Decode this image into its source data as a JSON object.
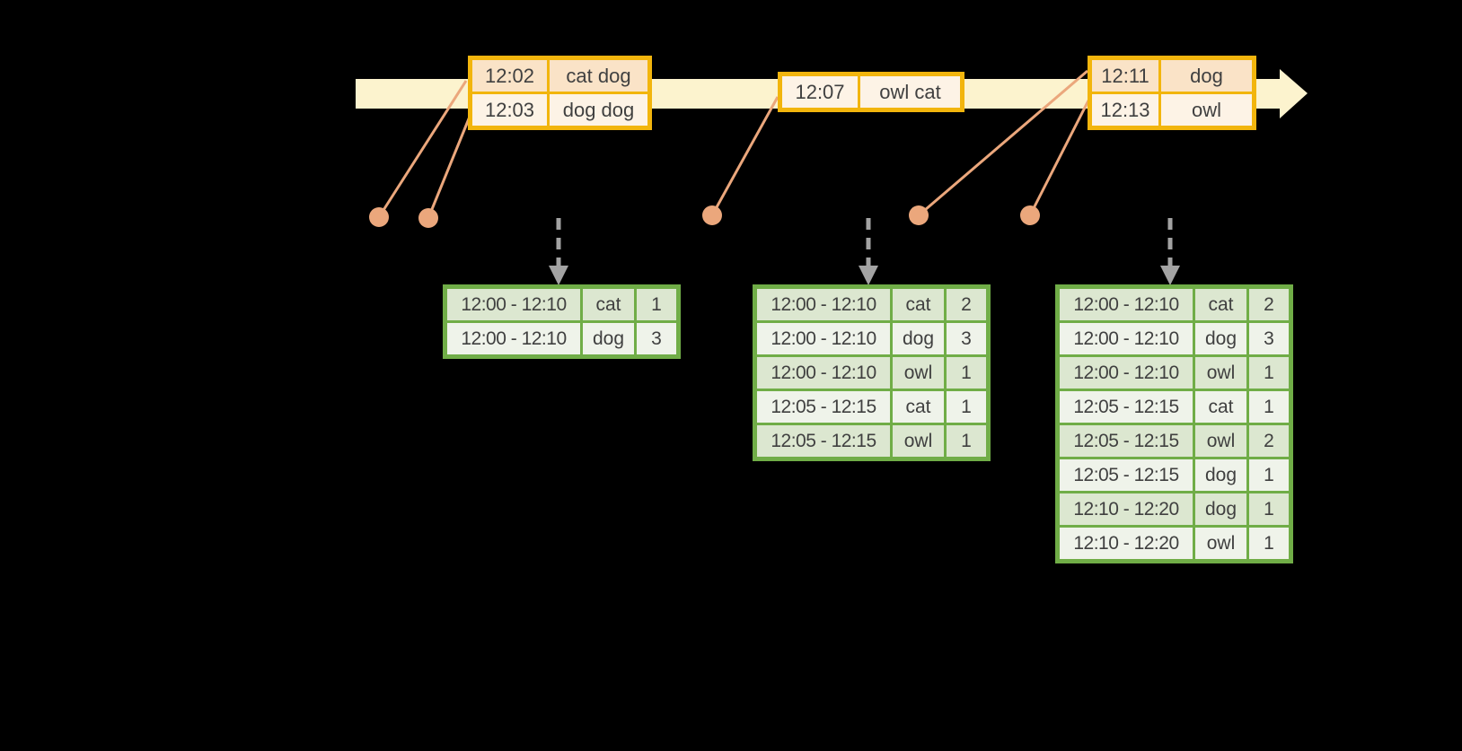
{
  "colors": {
    "background": "#000000",
    "timeline_band": "#FCF3CE",
    "event_border": "#F2B50D",
    "event_row_dark": "#FAE3C7",
    "event_row_light": "#FDF3E6",
    "connector": "#EBA77C",
    "trigger_arrow": "#A3A3A3",
    "result_border": "#70AD47",
    "result_row_dark": "#DCE7D0",
    "result_row_light": "#EFF3EA",
    "text": "#404040"
  },
  "event_tables": [
    {
      "rows": [
        [
          "12:02",
          "cat dog"
        ],
        [
          "12:03",
          "dog dog"
        ]
      ]
    },
    {
      "rows": [
        [
          "12:07",
          "owl cat"
        ]
      ]
    },
    {
      "rows": [
        [
          "12:11",
          "dog"
        ],
        [
          "12:13",
          "owl"
        ]
      ]
    }
  ],
  "result_tables": [
    {
      "rows": [
        [
          "12:00 - 12:10",
          "cat",
          "1"
        ],
        [
          "12:00 - 12:10",
          "dog",
          "3"
        ]
      ]
    },
    {
      "rows": [
        [
          "12:00 - 12:10",
          "cat",
          "2"
        ],
        [
          "12:00 - 12:10",
          "dog",
          "3"
        ],
        [
          "12:00 - 12:10",
          "owl",
          "1"
        ],
        [
          "12:05 - 12:15",
          "cat",
          "1"
        ],
        [
          "12:05 - 12:15",
          "owl",
          "1"
        ]
      ]
    },
    {
      "rows": [
        [
          "12:00 - 12:10",
          "cat",
          "2"
        ],
        [
          "12:00 - 12:10",
          "dog",
          "3"
        ],
        [
          "12:00 - 12:10",
          "owl",
          "1"
        ],
        [
          "12:05 - 12:15",
          "cat",
          "1"
        ],
        [
          "12:05 - 12:15",
          "owl",
          "2"
        ],
        [
          "12:05 - 12:15",
          "dog",
          "1"
        ],
        [
          "12:10 - 12:20",
          "dog",
          "1"
        ],
        [
          "12:10 - 12:20",
          "owl",
          "1"
        ]
      ]
    }
  ]
}
